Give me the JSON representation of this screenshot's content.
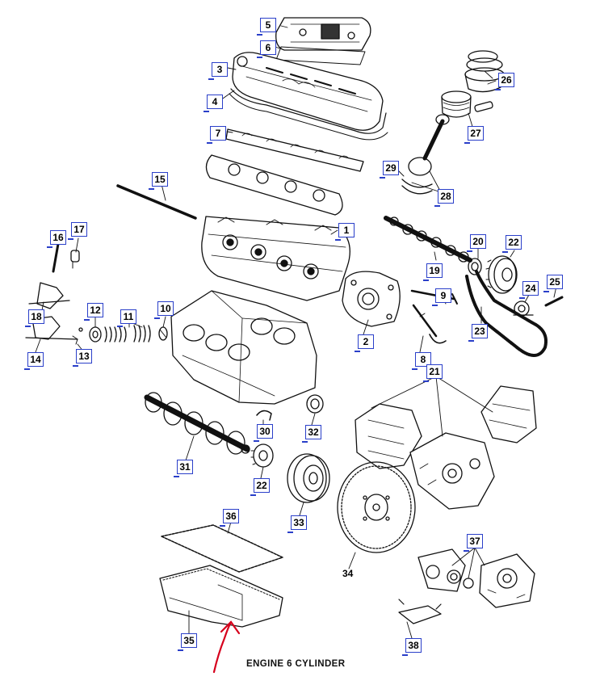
{
  "caption": "ENGINE 6 CYLINDER",
  "colors": {
    "label_border": "#2a3fc9",
    "drawing": "#111111",
    "annotation_arrow": "#d6001c"
  },
  "labels": [
    {
      "id": "l1",
      "text": "1"
    },
    {
      "id": "l2",
      "text": "2"
    },
    {
      "id": "l3",
      "text": "3"
    },
    {
      "id": "l4",
      "text": "4"
    },
    {
      "id": "l5",
      "text": "5"
    },
    {
      "id": "l6",
      "text": "6"
    },
    {
      "id": "l7",
      "text": "7"
    },
    {
      "id": "l8",
      "text": "8"
    },
    {
      "id": "l9",
      "text": "9"
    },
    {
      "id": "l10",
      "text": "10"
    },
    {
      "id": "l11",
      "text": "11"
    },
    {
      "id": "l12",
      "text": "12"
    },
    {
      "id": "l13",
      "text": "13"
    },
    {
      "id": "l14",
      "text": "14"
    },
    {
      "id": "l15",
      "text": "15"
    },
    {
      "id": "l16",
      "text": "16"
    },
    {
      "id": "l17",
      "text": "17"
    },
    {
      "id": "l18",
      "text": "18"
    },
    {
      "id": "l19",
      "text": "19"
    },
    {
      "id": "l20",
      "text": "20"
    },
    {
      "id": "l21",
      "text": "21"
    },
    {
      "id": "l22a",
      "text": "22"
    },
    {
      "id": "l22b",
      "text": "22"
    },
    {
      "id": "l23",
      "text": "23"
    },
    {
      "id": "l24",
      "text": "24"
    },
    {
      "id": "l25",
      "text": "25"
    },
    {
      "id": "l26",
      "text": "26"
    },
    {
      "id": "l27",
      "text": "27"
    },
    {
      "id": "l28",
      "text": "28"
    },
    {
      "id": "l29",
      "text": "29"
    },
    {
      "id": "l30",
      "text": "30"
    },
    {
      "id": "l31",
      "text": "31"
    },
    {
      "id": "l32",
      "text": "32"
    },
    {
      "id": "l33",
      "text": "33"
    },
    {
      "id": "l34",
      "text": "34"
    },
    {
      "id": "l35",
      "text": "35"
    },
    {
      "id": "l36",
      "text": "36"
    },
    {
      "id": "l37",
      "text": "37"
    },
    {
      "id": "l38",
      "text": "38"
    }
  ]
}
